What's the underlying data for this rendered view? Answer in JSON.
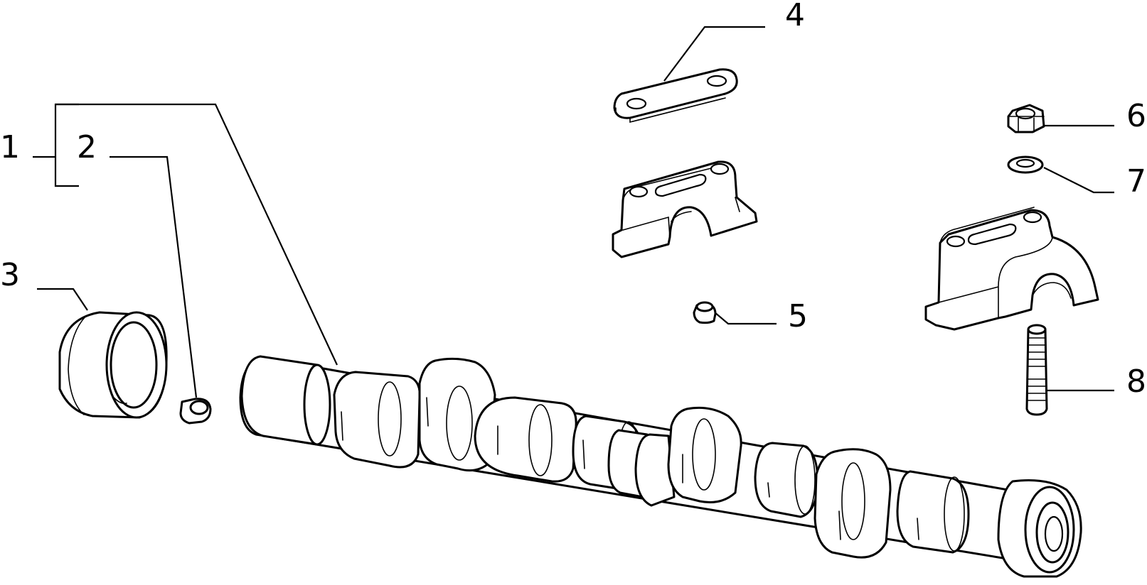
{
  "diagram": {
    "callouts": [
      "1",
      "2",
      "3",
      "4",
      "5",
      "6",
      "7",
      "8"
    ],
    "parts": {
      "camshaft": "camshaft",
      "dowel_small": "dowel-pin",
      "bushing": "bushing",
      "plate": "retaining-plate",
      "cap_upper": "bearing-cap",
      "dowel_mid": "dowel-pin",
      "nut": "nut",
      "washer": "washer",
      "cap_right": "bearing-cap",
      "stud": "stud"
    }
  }
}
